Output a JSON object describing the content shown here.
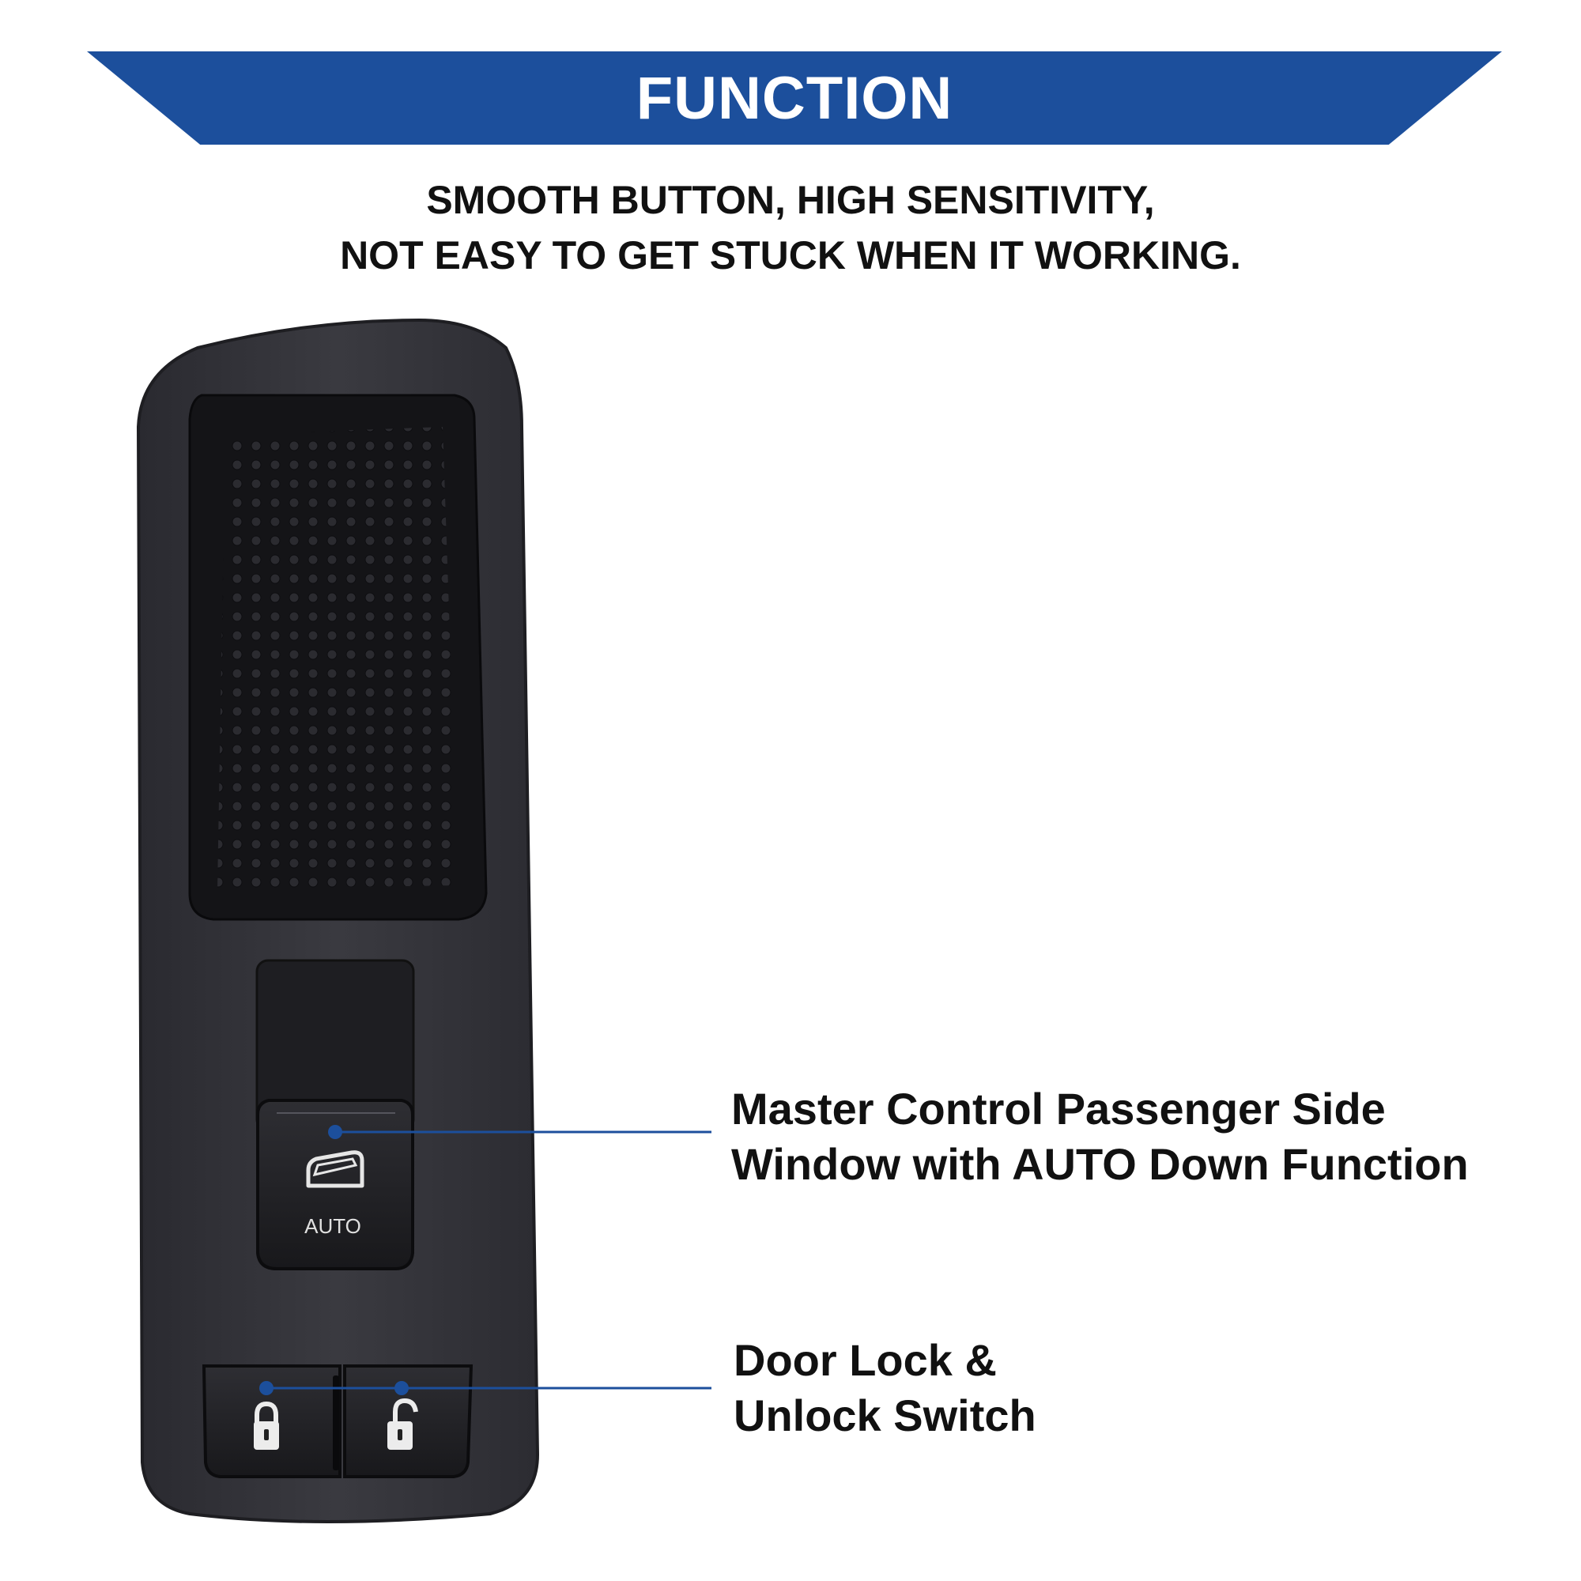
{
  "banner": {
    "title": "FUNCTION"
  },
  "subtitle": {
    "line1": "SMOOTH BUTTON, HIGH SENSITIVITY,",
    "line2": "NOT EASY TO GET STUCK WHEN IT WORKING."
  },
  "callouts": {
    "window": {
      "line1": "Master Control Passenger Side",
      "line2": "Window with AUTO Down Function"
    },
    "lock": {
      "line1": "Door Lock &",
      "line2": "Unlock Switch"
    }
  },
  "switch_label": "AUTO",
  "colors": {
    "accent": "#1c4f9c",
    "housing": "#35353b",
    "bezel": "#1a1a1e",
    "text": "#111111"
  },
  "icons": [
    "window-icon",
    "lock-icon",
    "unlock-icon"
  ]
}
